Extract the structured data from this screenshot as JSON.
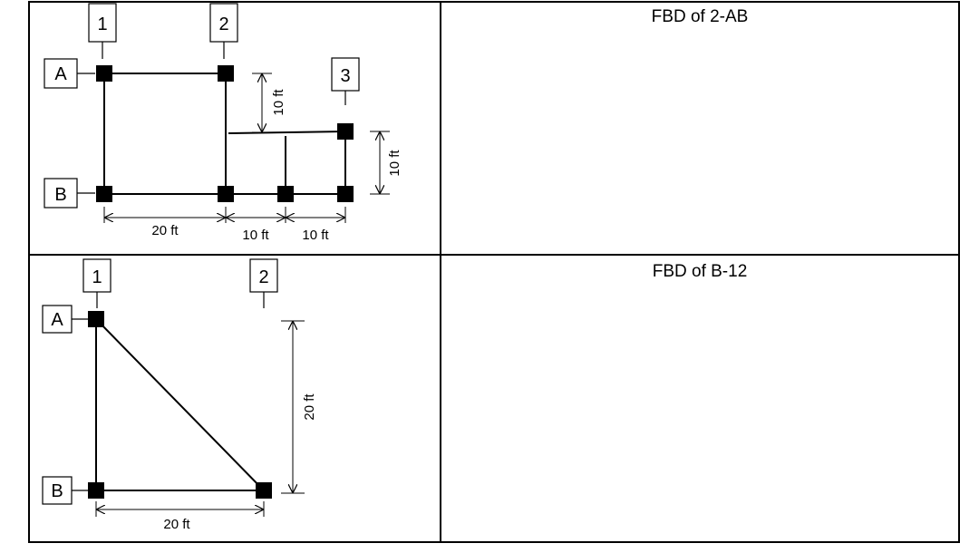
{
  "panels": [
    {
      "title": "FBD of 2-AB",
      "column_labels": [
        "1",
        "2",
        "3"
      ],
      "row_labels": [
        "A",
        "B"
      ],
      "dimensions": {
        "horizontal": [
          "20 ft",
          "10 ft",
          "10 ft"
        ],
        "vertical_left": "10 ft",
        "vertical_right": "10 ft"
      }
    },
    {
      "title": "FBD of B-12",
      "column_labels": [
        "1",
        "2"
      ],
      "row_labels": [
        "A",
        "B"
      ],
      "dimensions": {
        "horizontal": "20 ft",
        "vertical": "20 ft"
      }
    }
  ]
}
